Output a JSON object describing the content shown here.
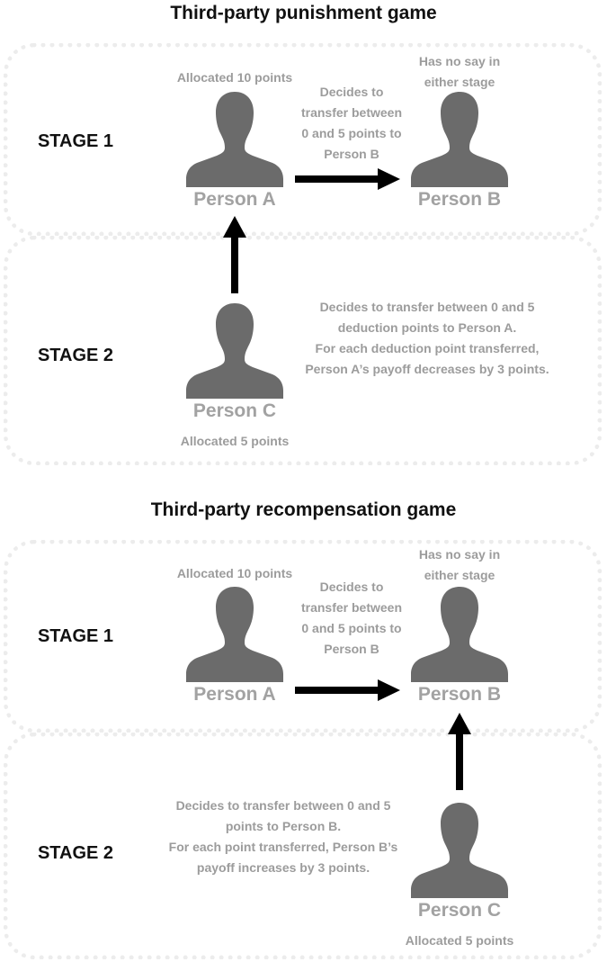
{
  "games": [
    {
      "title": "Third-party punishment game",
      "stage1": {
        "label": "STAGE 1",
        "person_a": {
          "name": "Person A",
          "allocation": "Allocated 10 points"
        },
        "transfer_note": [
          "Decides to",
          "transfer between",
          "0 and 5 points to",
          "Person B"
        ],
        "person_b": {
          "name": "Person B",
          "note": [
            "Has no say in",
            "either stage"
          ]
        }
      },
      "stage2": {
        "label": "STAGE 2",
        "person_c": {
          "name": "Person C",
          "allocation": "Allocated 5 points"
        },
        "action_note": [
          "Decides to transfer between 0 and 5",
          "deduction points to Person A.",
          "For each deduction point transferred,",
          "Person A’s payoff decreases by 3 points."
        ]
      }
    },
    {
      "title": "Third-party recompensation game",
      "stage1": {
        "label": "STAGE 1",
        "person_a": {
          "name": "Person A",
          "allocation": "Allocated 10 points"
        },
        "transfer_note": [
          "Decides to",
          "transfer between",
          "0 and 5 points to",
          "Person B"
        ],
        "person_b": {
          "name": "Person B",
          "note": [
            "Has no say in",
            "either stage"
          ]
        }
      },
      "stage2": {
        "label": "STAGE 2",
        "person_c": {
          "name": "Person C",
          "allocation": "Allocated 5 points"
        },
        "action_note": [
          "Decides to transfer between 0 and 5",
          "points to Person B.",
          "For each point transferred, Person B’s",
          "payoff increases by 3 points."
        ]
      }
    }
  ],
  "icons": {
    "person": "person-silhouette-icon",
    "arrow_right": "arrow-right-icon",
    "arrow_up": "arrow-up-icon"
  },
  "colors": {
    "silhouette": "#6b6b6b",
    "name_text": "#a2a2a2",
    "note_text": "#9c9c9c",
    "label_text": "#111111",
    "arrow": "#000000",
    "panel_border": "#ececec"
  }
}
